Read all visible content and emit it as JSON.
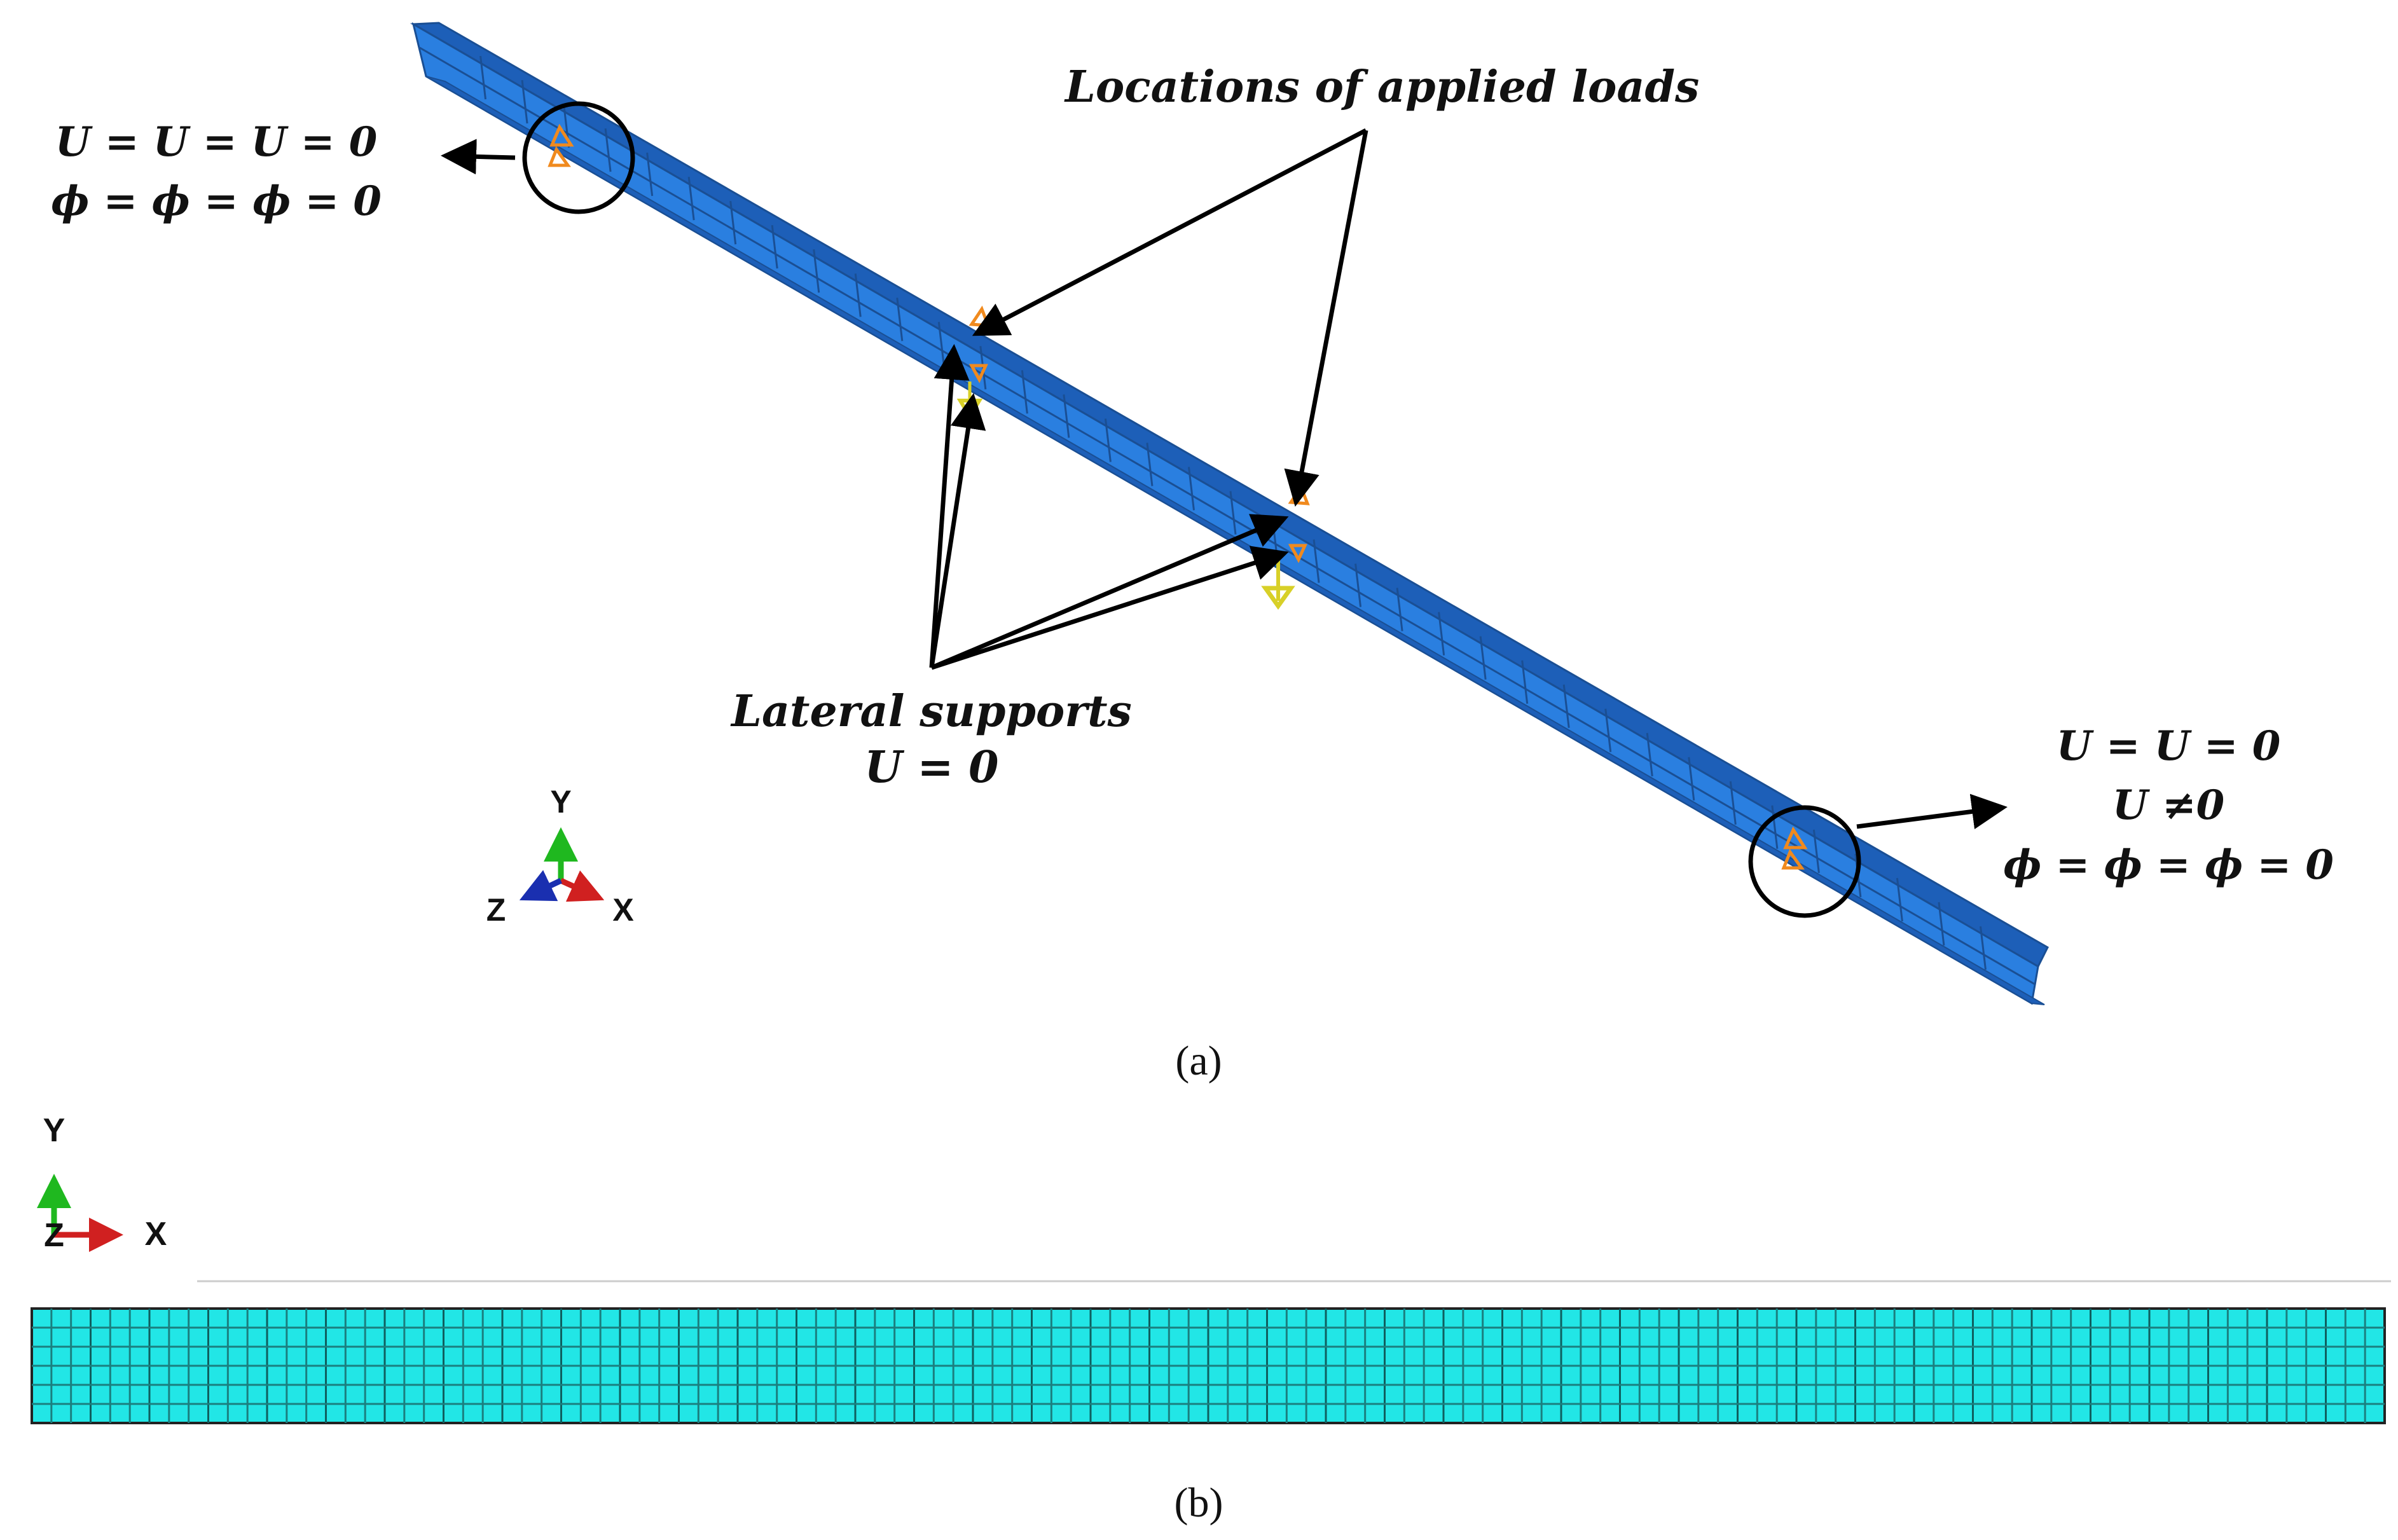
{
  "panel_a": {
    "caption": "(a)",
    "load_label": "Locations of applied loads",
    "lateral_label_line1": "Lateral supports",
    "lateral_label_line2": "U = 0",
    "left_bc_line1": "U = U = U = 0",
    "left_bc_line2": "ϕ = ϕ = ϕ = 0",
    "right_bc_line1": "U = U = 0",
    "right_bc_line2": "U ≠0",
    "right_bc_line3": "ϕ = ϕ = ϕ = 0",
    "triad": {
      "y": "Y",
      "z": "Z",
      "x": "X"
    }
  },
  "panel_b": {
    "caption": "(b)",
    "triad": {
      "y": "Y",
      "z": "Z",
      "x": "X"
    }
  },
  "colors": {
    "beam_blue": "#2a7fe0",
    "beam_edge": "#1a4f94",
    "mesh_cyan": "#22e6e6",
    "mesh_dark": "#1aaeae",
    "bc_orange": "#f08a1e",
    "load_yellow": "#d8d028",
    "axis_green": "#1fb81f",
    "axis_red": "#d02020",
    "axis_blue": "#1a2fb0"
  }
}
